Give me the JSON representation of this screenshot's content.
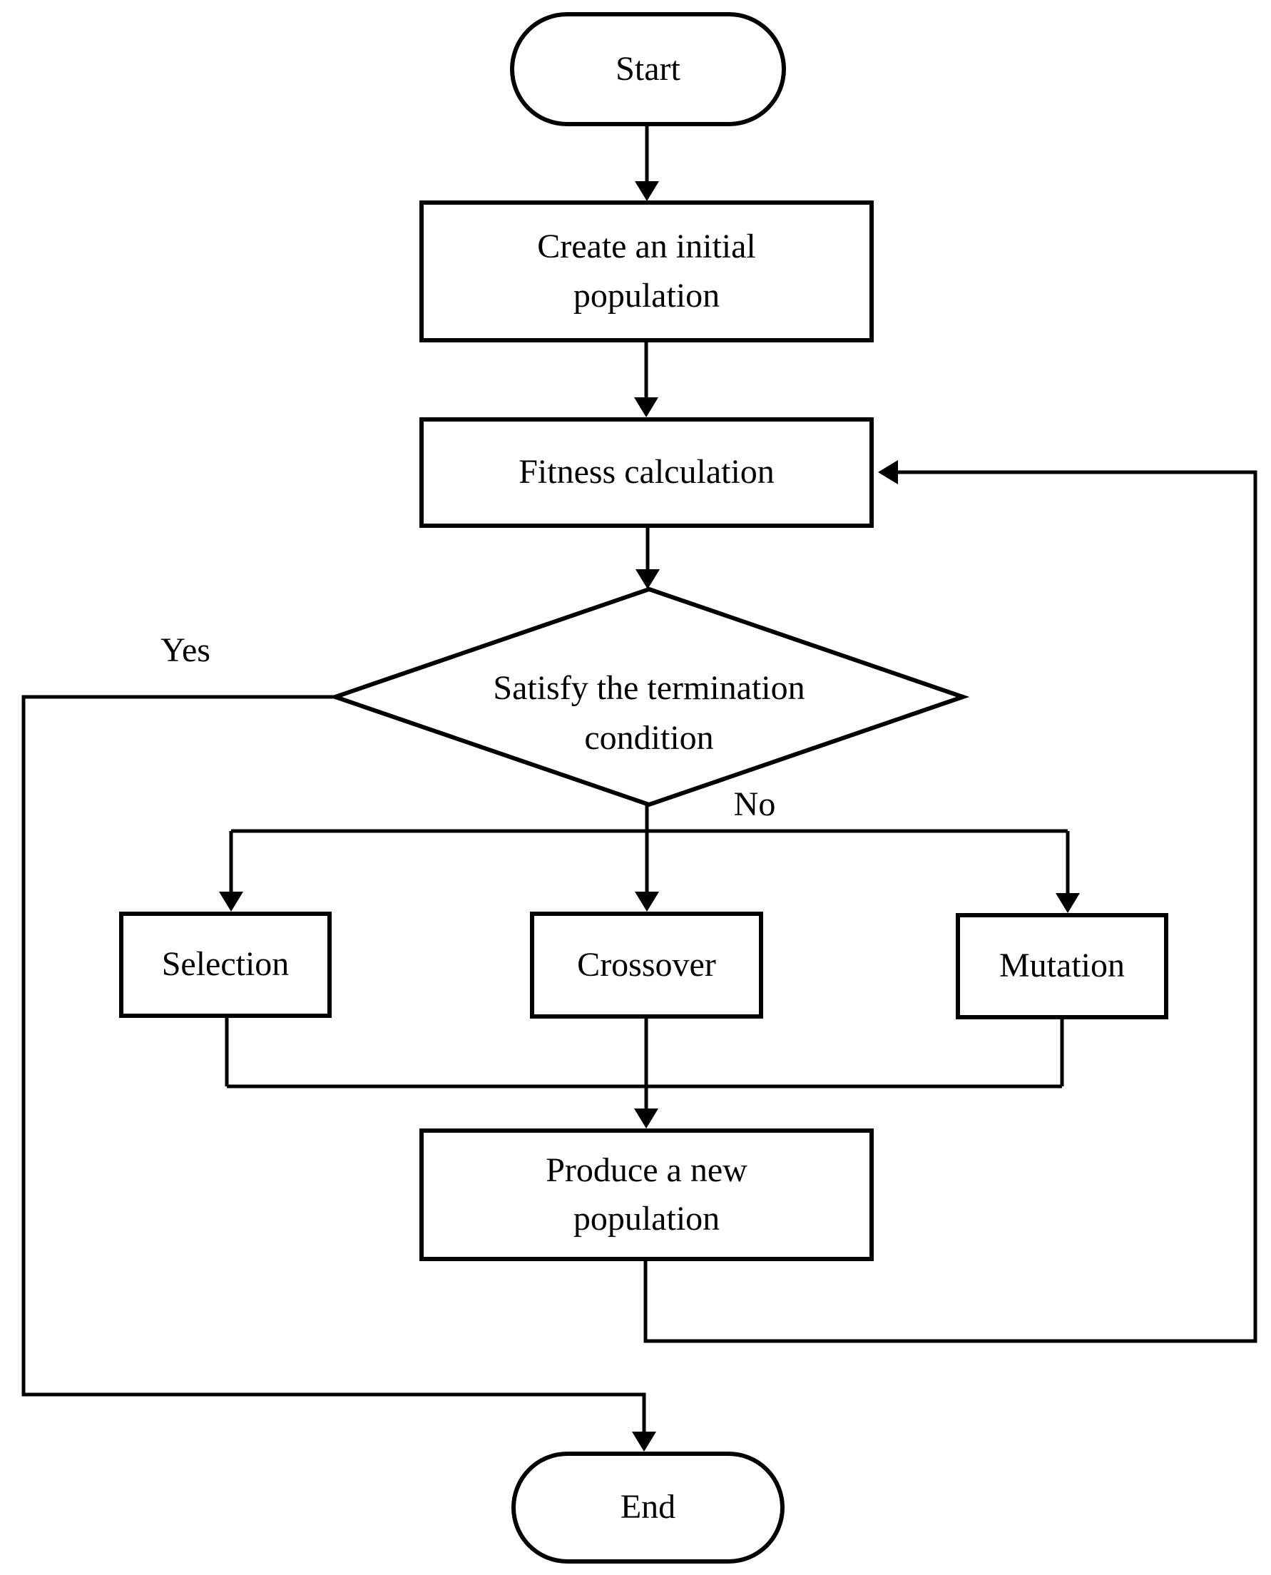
{
  "colors": {
    "stroke": "#000000",
    "background": "#ffffff",
    "text": "#000000"
  },
  "nodes": {
    "start": {
      "type": "terminator",
      "label": "Start"
    },
    "create": {
      "type": "process",
      "lines": [
        "Create an initial",
        "population"
      ]
    },
    "fitness": {
      "type": "process",
      "label": "Fitness calculation"
    },
    "decision": {
      "type": "decision",
      "lines": [
        "Satisfy the termination",
        "condition"
      ]
    },
    "selection": {
      "type": "process",
      "label": "Selection"
    },
    "crossover": {
      "type": "process",
      "label": "Crossover"
    },
    "mutation": {
      "type": "process",
      "label": "Mutation"
    },
    "produce": {
      "type": "process",
      "lines": [
        "Produce a new",
        "population"
      ]
    },
    "end": {
      "type": "terminator",
      "label": "End"
    }
  },
  "edge_labels": {
    "yes": "Yes",
    "no": "No"
  }
}
